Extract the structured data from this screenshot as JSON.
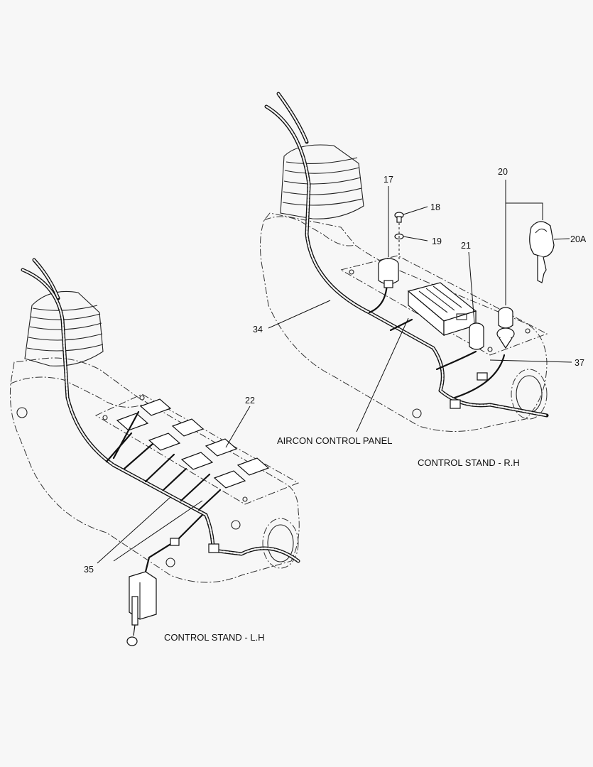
{
  "diagram": {
    "captions": {
      "rh": "CONTROL STAND - R.H",
      "lh": "CONTROL STAND - L.H",
      "aircon": "AIRCON CONTROL PANEL"
    },
    "callouts": {
      "p17": "17",
      "p18": "18",
      "p19": "19",
      "p20": "20",
      "p20a": "20A",
      "p21": "21",
      "p22": "22",
      "p34": "34",
      "p35": "35",
      "p37": "37"
    }
  }
}
